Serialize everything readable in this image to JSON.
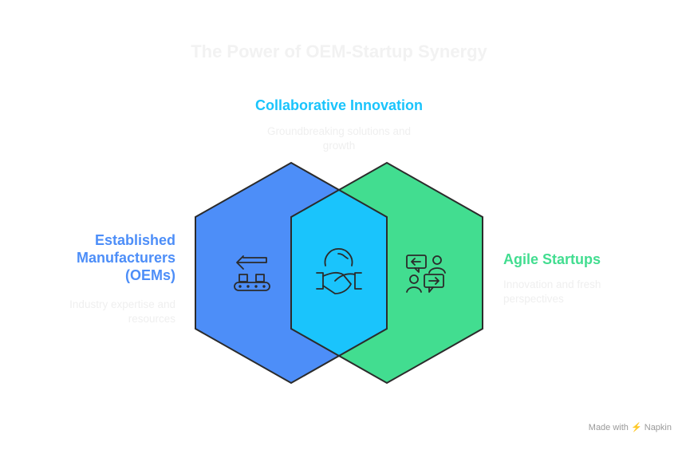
{
  "title": "The Power of OEM-Startup Synergy",
  "center": {
    "heading": "Collaborative Innovation",
    "description": "Groundbreaking solutions and growth",
    "icon": "handshake-globe-icon",
    "color": "#1AC4FC"
  },
  "left": {
    "heading": "Established Manufacturers (OEMs)",
    "description": "Industry expertise and resources",
    "icon": "conveyor-belt-icon",
    "color": "#4D8EF8"
  },
  "right": {
    "heading": "Agile Startups",
    "description": "Innovation and fresh perspectives",
    "icon": "people-exchange-icon",
    "color": "#42DD90"
  },
  "footer": {
    "text": "Made with",
    "brand": "Napkin"
  }
}
